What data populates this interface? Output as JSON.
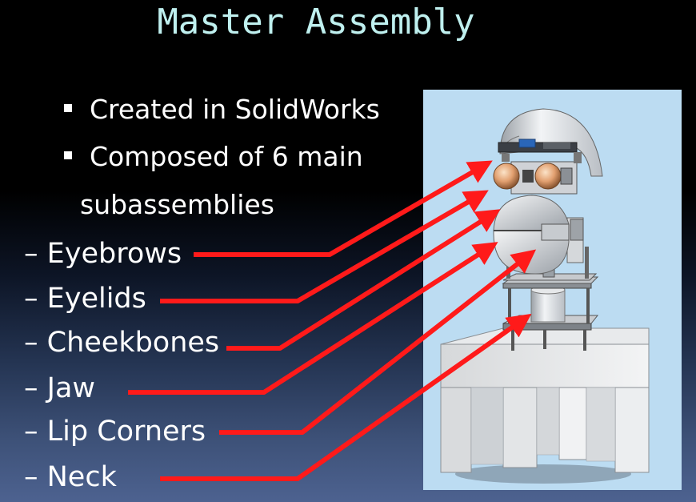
{
  "title": "Master Assembly",
  "bullets": [
    "Created in SolidWorks",
    "Composed of 6 main",
    "subassemblies"
  ],
  "subassemblies": [
    "– Eyebrows",
    "– Eyelids",
    "– Cheekbones",
    "– Jaw",
    "– Lip Corners",
    "– Neck"
  ],
  "colors": {
    "title": "#bff0ef",
    "text": "#ffffff",
    "arrow": "#ff1a1a",
    "render_background": "#bcdcf2"
  }
}
